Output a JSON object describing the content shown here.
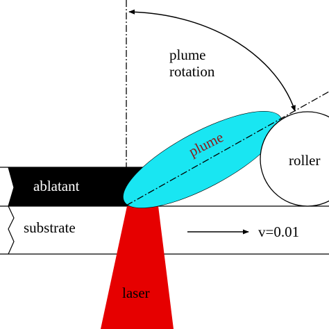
{
  "labels": {
    "plume_rotation_line1": "plume",
    "plume_rotation_line2": "rotation",
    "plume": "plume",
    "roller": "roller",
    "ablatant": "ablatant",
    "substrate": "substrate",
    "velocity": "v=0.01",
    "laser": "laser"
  },
  "colors": {
    "plume_fill": "#19E6F2",
    "ablatant_fill": "#000000",
    "laser_fill": "#E60000",
    "plume_text": "#8B1A1A",
    "ablatant_text": "#ffffff",
    "line": "#000000"
  }
}
